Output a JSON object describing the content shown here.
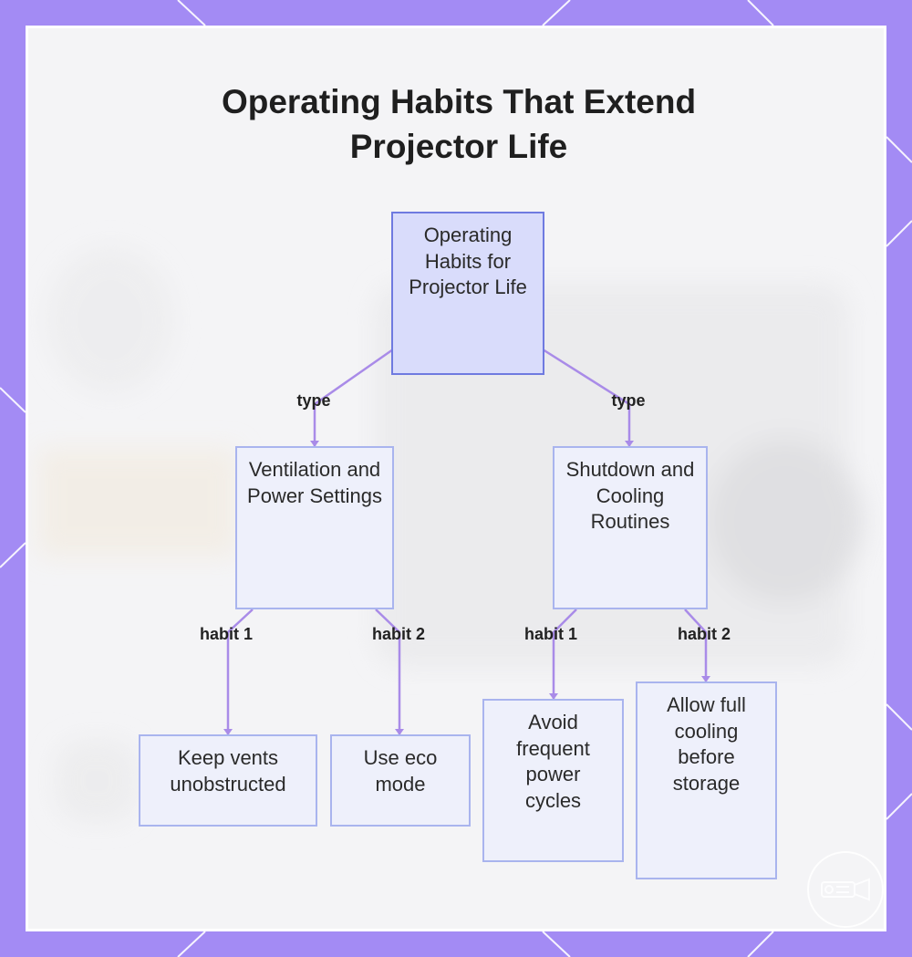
{
  "title": "Operating Habits That Extend Projector Life",
  "colors": {
    "frame": "#a38bf4",
    "panel": "#f4f4f6",
    "node_fill": "#eef0fb",
    "node_border": "#a9b4ee",
    "root_fill": "#d9dcfb",
    "root_border": "#6f7ae0",
    "edge": "#a98be8"
  },
  "nodes": {
    "root": "Operating Habits for Projector Life",
    "ventilation": "Ventilation and Power Settings",
    "shutdown": "Shutdown and Cooling Routines",
    "vents": "Keep vents unobstructed",
    "eco": "Use eco mode",
    "cycles": "Avoid frequent power cycles",
    "cooling": "Allow full cooling before storage"
  },
  "edges": {
    "root_to_ventilation": "type",
    "root_to_shutdown": "type",
    "ventilation_to_vents": "habit 1",
    "ventilation_to_eco": "habit 2",
    "shutdown_to_cycles": "habit 1",
    "shutdown_to_cooling": "habit 2"
  },
  "logo_icon": "projector-icon"
}
